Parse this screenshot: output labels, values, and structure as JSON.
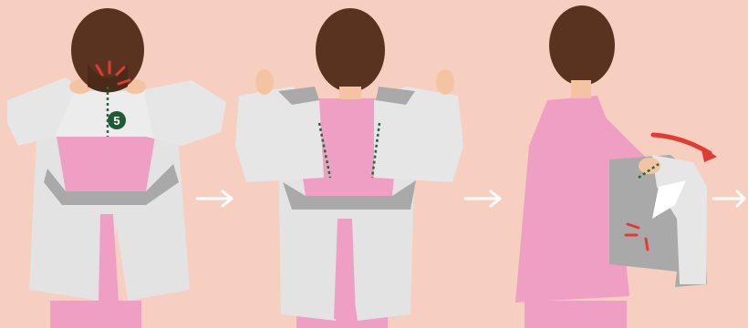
{
  "background_color": "#f7cfc0",
  "colors": {
    "hair": "#5a3320",
    "skin": "#f4c3a2",
    "gown_outer": "#e6e6e6",
    "gown_inner": "#a9a9a9",
    "scrubs": "#ef9fc4",
    "dotted_line": "#1f6b3a",
    "badge": "#1f5b35",
    "arrow": "#ffffff",
    "motion": "#e23b33"
  },
  "panels": [
    {
      "step_badge": "5",
      "icons": [
        "hair",
        "gown",
        "scrubs",
        "tie-dotted-line-icon",
        "snap-burst-icon"
      ]
    },
    {
      "icons": [
        "hair",
        "gown-opened",
        "scrubs",
        "fold-dotted-line-icon"
      ]
    },
    {
      "icons": [
        "hair",
        "scrubs",
        "gown-rolled",
        "curved-arrow-icon",
        "snap-burst-icon"
      ]
    }
  ],
  "arrows": [
    "right-arrow-icon",
    "right-arrow-icon",
    "right-arrow-icon"
  ]
}
